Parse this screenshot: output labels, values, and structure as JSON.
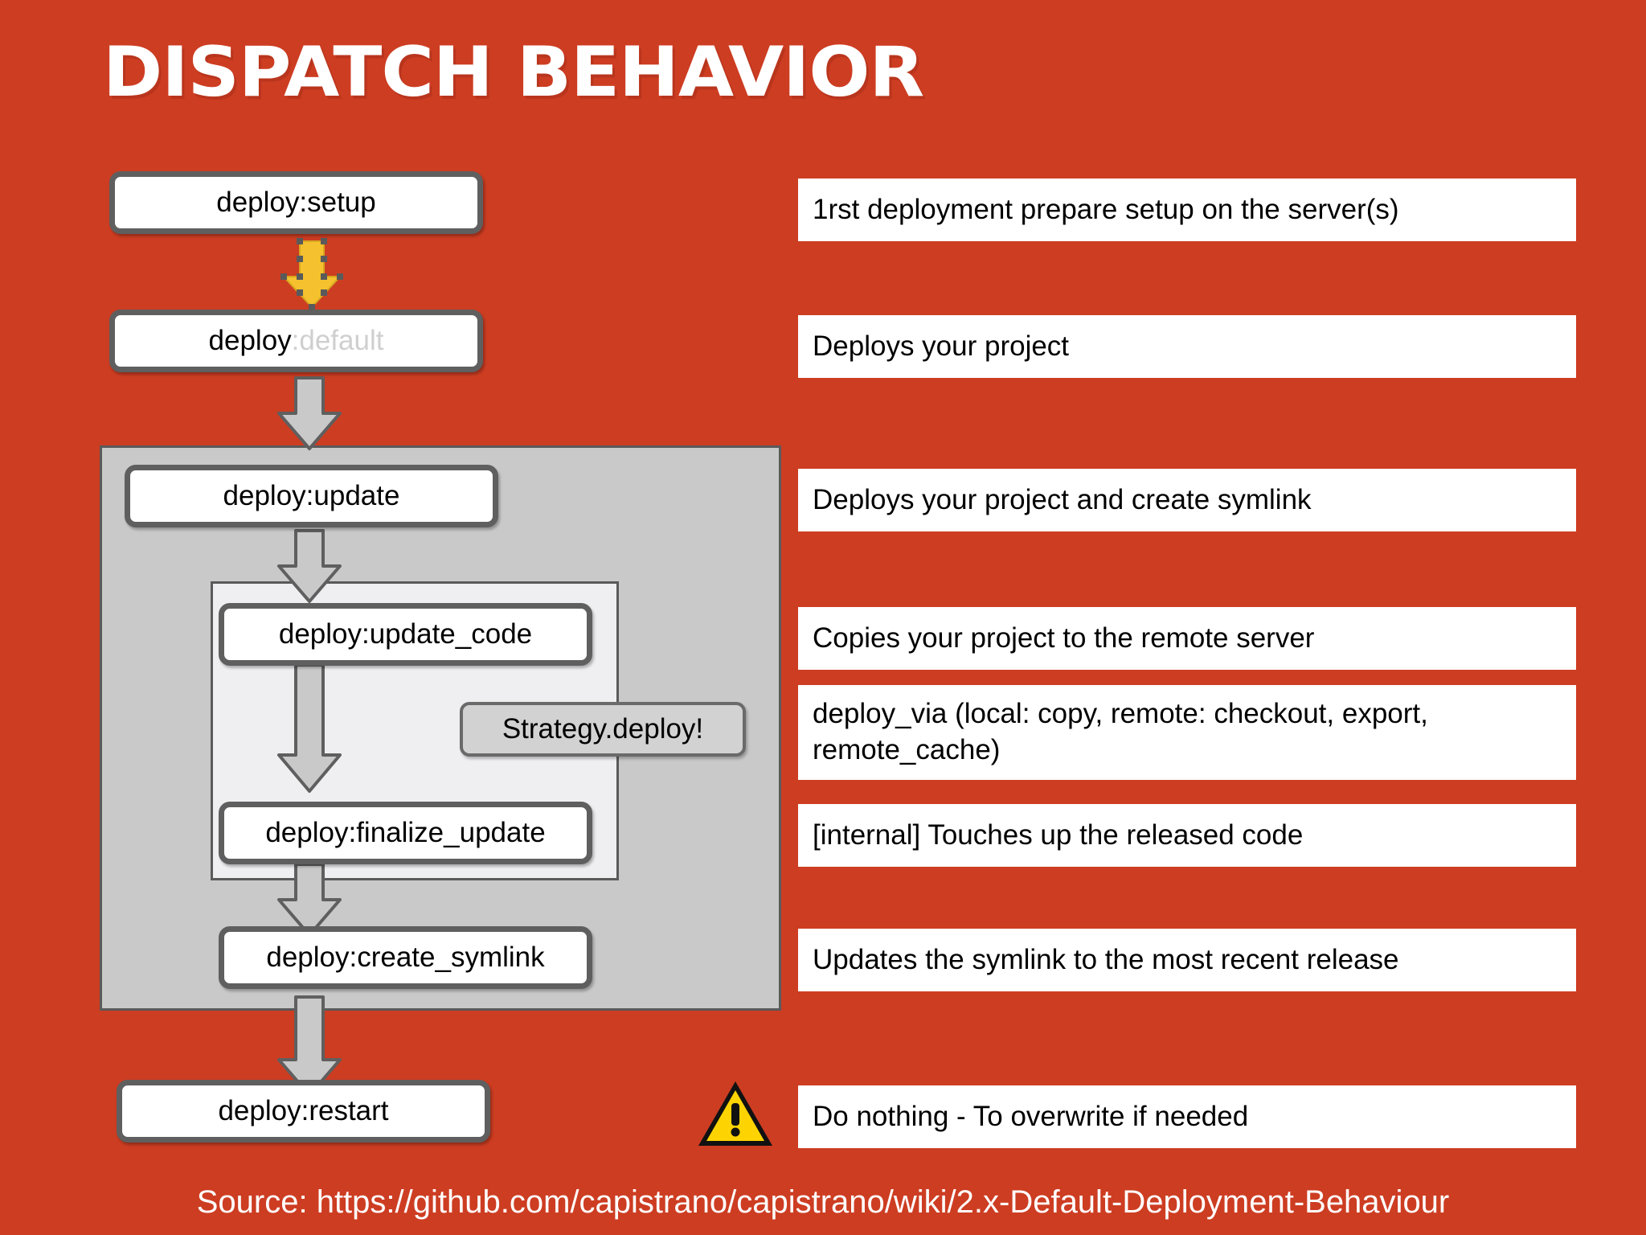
{
  "page": {
    "title": "DISPATCH BEHAVIOR",
    "background_color": "#cd3d22",
    "source": "Source: https://github.com/capistrano/capistrano/wiki/2.x-Default-Deployment-Behaviour"
  },
  "flow": {
    "nodes": [
      {
        "id": "deploy-setup",
        "label": "deploy:setup"
      },
      {
        "id": "deploy-default",
        "label_main": "deploy",
        "label_dim": ":default"
      },
      {
        "id": "deploy-update",
        "label": "deploy:update"
      },
      {
        "id": "deploy-update-code",
        "label": "deploy:update_code"
      },
      {
        "id": "deploy-finalize-update",
        "label": "deploy:finalize_update"
      },
      {
        "id": "deploy-create-symlink",
        "label": "deploy:create_symlink"
      },
      {
        "id": "deploy-restart",
        "label": "deploy:restart"
      }
    ],
    "callout": {
      "label": "Strategy.deploy!"
    },
    "arrow_colors": {
      "highlighted": "#f5c12e",
      "normal_fill": "#c9c9c9",
      "normal_stroke": "#5f5f5f"
    }
  },
  "descriptions": [
    {
      "id": "desc-setup",
      "text": "1rst deployment prepare setup on the server(s)"
    },
    {
      "id": "desc-default",
      "text": "Deploys your project"
    },
    {
      "id": "desc-update",
      "text": "Deploys your project and create symlink"
    },
    {
      "id": "desc-update-code",
      "text": "Copies your project to the remote server"
    },
    {
      "id": "desc-strategy",
      "text": "deploy_via (local: copy, remote: checkout, export, remote_cache)"
    },
    {
      "id": "desc-finalize-update",
      "text": "[internal] Touches up the released code"
    },
    {
      "id": "desc-create-symlink",
      "text": "Updates the symlink to the most recent release"
    },
    {
      "id": "desc-restart",
      "text": "Do nothing - To overwrite if needed"
    }
  ],
  "icons": {
    "warning": "warning-triangle-icon"
  }
}
